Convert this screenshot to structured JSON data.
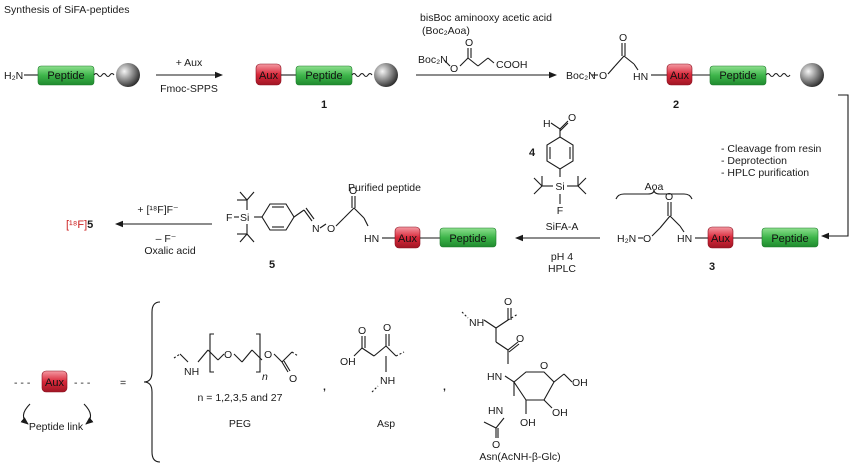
{
  "title": "Synthesis of SiFA-peptides",
  "labels": {
    "peptide": "Peptide",
    "aux": "Aux",
    "h2n": "H₂N",
    "plus_aux": "+ Aux",
    "fmoc_spps": "Fmoc-SPPS",
    "reagent_line1": "bisBoc aminooxy acetic acid",
    "reagent_line2": "(Boc₂Aoa)",
    "boc2n": "Boc₂N",
    "o": "O",
    "cooh": "COOH",
    "hn": "HN",
    "h": "H",
    "si": "Si",
    "f": "F",
    "n": "N",
    "nh": "NH",
    "oh": "OH",
    "cleavage1": "- Cleavage from resin",
    "cleavage2": "- Deprotection",
    "cleavage3": "- HPLC purification",
    "aoa": "Aoa",
    "sifa_a": "SiFA-A",
    "ph4": "pH 4",
    "hplc": "HPLC",
    "purified_peptide": "Purified peptide",
    "f18_plus": "+ [¹⁸F]F⁻",
    "f_minus": "– F⁻",
    "oxalic": "Oxalic acid",
    "product_f18_bracket": "[¹⁸F]",
    "product_num": "5",
    "peptide_link": "Peptide link",
    "equals": "=",
    "peg": "PEG",
    "peg_n": "n = 1,2,3,5 and 27",
    "n_italic": "n",
    "asp": "Asp",
    "asn": "Asn(AcNH-β-Glc)",
    "comma": ","
  },
  "compounds": {
    "c1": "1",
    "c2": "2",
    "c3": "3",
    "c4": "4",
    "c5": "5"
  },
  "colors": {
    "peptide_fill": "#3db54a",
    "aux_fill": "#d9283a",
    "bead": "#7a7a7a",
    "red_text": "#cc2222"
  }
}
